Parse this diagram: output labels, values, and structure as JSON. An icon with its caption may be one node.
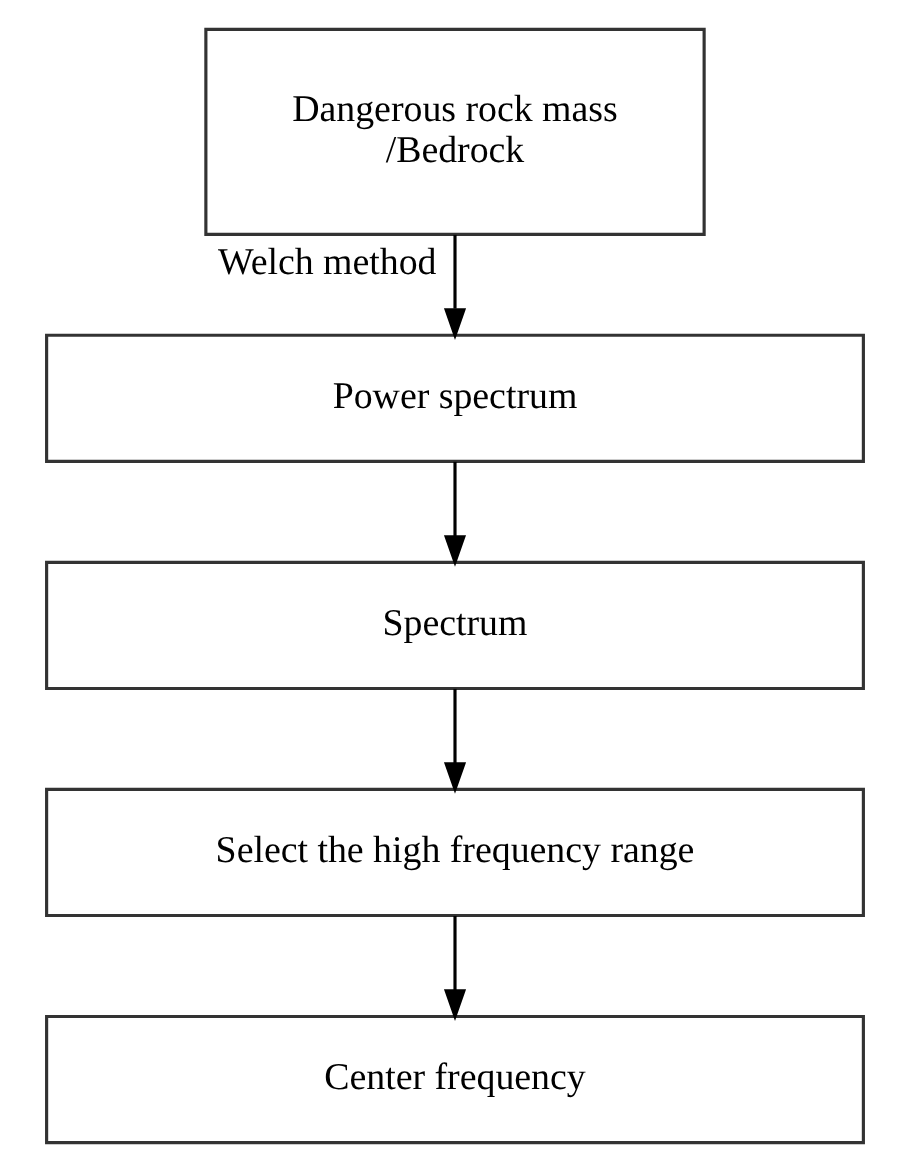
{
  "diagram": {
    "nodes": [
      {
        "text": [
          "Dangerous rock mass /Bedrock"
        ]
      },
      {
        "text": [
          "Power spectrum"
        ]
      },
      {
        "text": [
          "Spectrum"
        ]
      },
      {
        "text": [
          "Select the high frequency range"
        ]
      },
      {
        "text": [
          "Center frequency"
        ]
      }
    ],
    "edges": [
      {
        "from": 0,
        "to": 1,
        "arrow": "to",
        "label": "Welch method"
      },
      {
        "from": 1,
        "to": 2,
        "arrow": "to"
      },
      {
        "from": 2,
        "to": 3,
        "arrow": "to"
      },
      {
        "from": 3,
        "to": 4,
        "arrow": "to"
      }
    ]
  }
}
